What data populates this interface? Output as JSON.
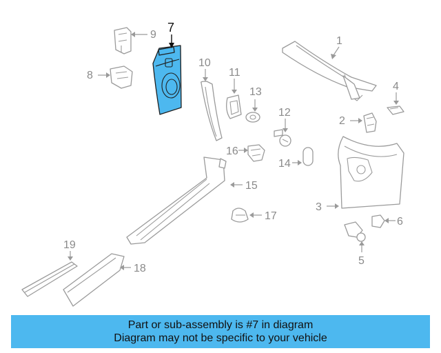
{
  "highlighted_part": "7",
  "callouts": [
    "1",
    "2",
    "3",
    "4",
    "5",
    "6",
    "7",
    "8",
    "9",
    "10",
    "11",
    "12",
    "13",
    "14",
    "15",
    "16",
    "17",
    "18",
    "19"
  ],
  "colors": {
    "highlight": "#4db8ef",
    "outline": "#9a9a9a",
    "banner": "#4db8ef"
  },
  "banner": {
    "line1": "Part or sub-assembly is #7 in diagram",
    "line2": "Diagram may not be specific to your vehicle"
  }
}
